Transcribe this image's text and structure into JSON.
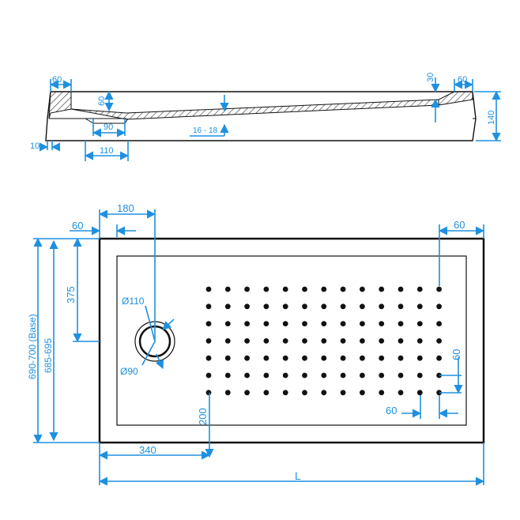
{
  "colors": {
    "dimension": "#1e90e0",
    "outline": "#111111",
    "hatch": "#333333",
    "background": "#ffffff"
  },
  "section_view": {
    "dims": {
      "top_left_rim": "60",
      "inner_depth": "60",
      "drain_opening": "90",
      "drain_outer": "110",
      "bottom_edge": "10",
      "slope": "16 - 18",
      "top_right_rim": "60",
      "right_depth": "30",
      "total_height": "140"
    }
  },
  "plan_view": {
    "dims": {
      "drain_offset_x": "180",
      "left_rim": "60",
      "right_rim": "60",
      "drain_offset_y": "375",
      "width_base": "690-700 (Base)",
      "width": "685-695",
      "drain_outer_dia": "Ø110",
      "drain_inner_dia": "Ø90",
      "dot_spacing_v": "60",
      "dot_spacing_h": "60",
      "anti_slip_offset_y": "200",
      "anti_slip_offset_x": "340",
      "length": "L"
    },
    "anti_slip_pattern": {
      "columns": 13,
      "rows": 7
    }
  }
}
